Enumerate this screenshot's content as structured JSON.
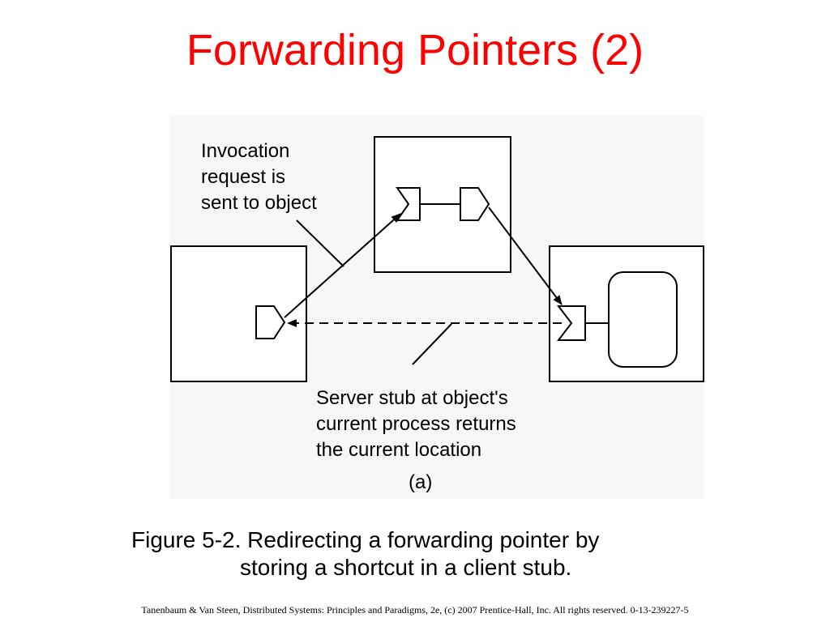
{
  "title": "Forwarding Pointers (2)",
  "diagram": {
    "label_invocation": [
      "Invocation",
      "request is",
      "sent to object"
    ],
    "label_server_stub": [
      "Server stub at object's",
      "current process returns",
      "the current location"
    ],
    "sublabel": "(a)"
  },
  "caption": {
    "line1": "Figure 5-2. Redirecting a forwarding pointer by",
    "line2": "storing a shortcut in a client stub."
  },
  "footer": "Tanenbaum & Van Steen, Distributed Systems: Principles and Paradigms, 2e, (c) 2007 Prentice-Hall, Inc. All rights reserved. 0-13-239227-5",
  "colors": {
    "title": "#ff0000",
    "panel": "#f7f7f7",
    "ink": "#000000"
  }
}
